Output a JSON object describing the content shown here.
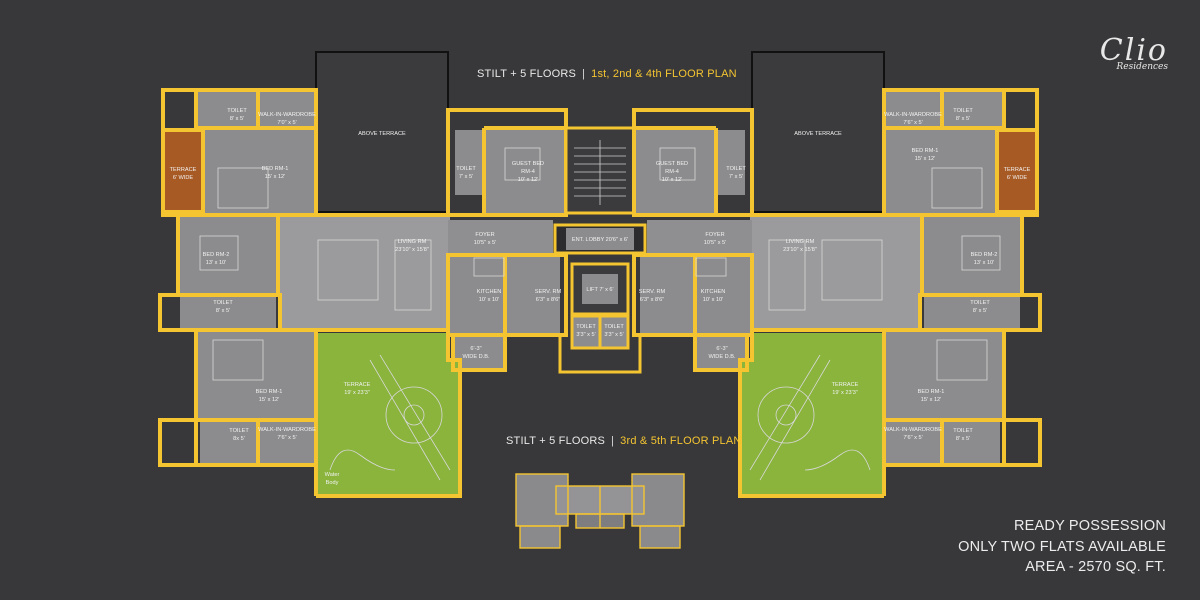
{
  "header_top": {
    "prefix": "STILT + 5 FLOORS",
    "floors": "1st, 2nd & 4th FLOOR PLAN"
  },
  "header_bottom": {
    "prefix": "STILT + 5 FLOORS",
    "floors": "3rd & 5th FLOOR PLAN"
  },
  "logo": {
    "name": "Clio",
    "sub": "Residences"
  },
  "info": {
    "line1": "READY POSSESSION",
    "line2": "ONLY TWO FLATS AVAILABLE",
    "line3": "AREA - 2570 SQ. FT."
  },
  "colors": {
    "background": "#38383a",
    "wall": "#f4c431",
    "room": "#8c8c8e",
    "terrace_green": "#8ab43c",
    "terrace_brown": "#a85a24",
    "dark_room": "#3d3d3f"
  },
  "rooms": {
    "above_terrace": "ABOVE TERRACE",
    "toilet": "TOILET",
    "toilet_8x5": "8' x 5'",
    "toilet_8x5_alt": "8x 5'",
    "walk_in_wardrobe": "WALK-IN-WARDROBE",
    "wardrobe_top": "7'0\" x 5'",
    "wardrobe_size": "7'6\" x 5'",
    "terrace_6": "TERRACE",
    "terrace_6_size": "6' WIDE",
    "bed_rm_1": "BED RM-1",
    "bed_rm_1_size": "15' x 12'",
    "bed_rm_2": "BED RM-2",
    "bed_rm_2_size": "13' x 10'",
    "guest_bed": "GUEST BED",
    "guest_bed_sub": "RM-4",
    "guest_bed_size": "10' x 12'",
    "toilet_7x5": "7' x 5'",
    "living_rm": "LIVING RM",
    "living_rm_size": "23'10\" x 15'8\"",
    "foyer": "FOYER",
    "foyer_size": "10'5\" x 5'",
    "kitchen": "KITCHEN",
    "kitchen_size": "10' x 10'",
    "serv_rm": "SERV. RM",
    "serv_rm_size": "6'3\" x 8'6\"",
    "ent_lobby": "ENT. LOBBY 20'6\" x 6'",
    "lift": "LIFT 7' x 6'",
    "toilet_3x5": "3'3\" x 5'",
    "db": "6'-3\"",
    "db_sub": "WIDE D.B.",
    "terrace_big": "TERRACE",
    "terrace_big_size": "19' x 23'3\"",
    "water": "Water",
    "water_sub": "Body"
  }
}
